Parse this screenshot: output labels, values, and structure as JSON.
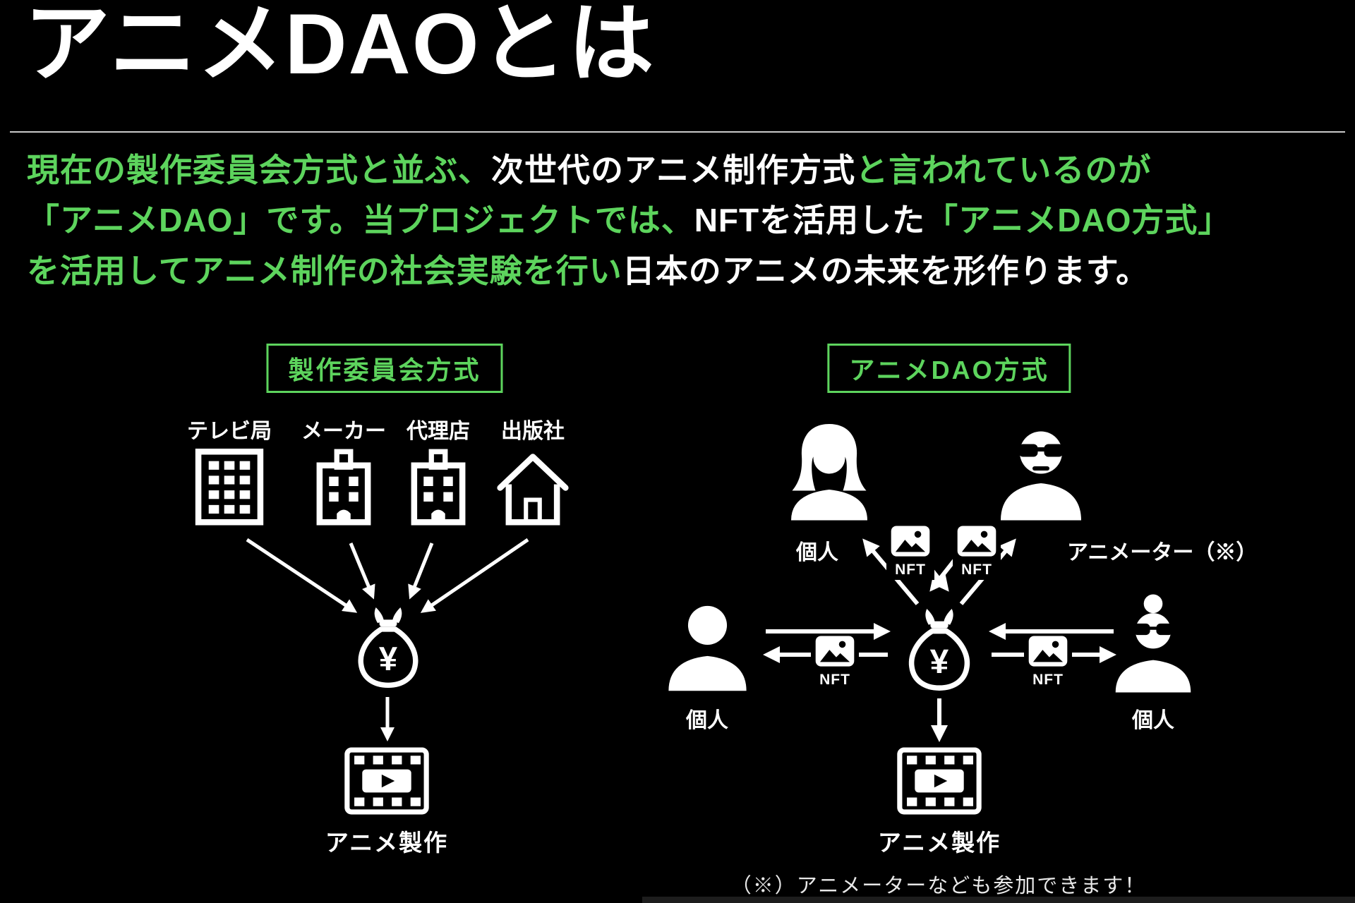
{
  "slide": {
    "title": "アニメDAOとは",
    "intro_segments": [
      {
        "text": "現在の製作委員会方式と並ぶ、",
        "color": "green"
      },
      {
        "text": "次世代のアニメ制作方式",
        "color": "white"
      },
      {
        "text": "と言われているのが",
        "color": "green"
      },
      {
        "text": "「アニメDAO」です。当プロジェクトでは、",
        "color": "green"
      },
      {
        "text": "NFTを活用した",
        "color": "white"
      },
      {
        "text": "「アニメDAO方式」",
        "color": "green"
      },
      {
        "text": "を活用してアニメ制作の社会実験を行い",
        "color": "green"
      },
      {
        "text": "日本のアニメの未来を形作ります。",
        "color": "white"
      }
    ]
  },
  "committee": {
    "header": "製作委員会方式",
    "entities": [
      "テレビ局",
      "メーカー",
      "代理店",
      "出版社"
    ],
    "money_symbol": "¥",
    "output_label": "アニメ製作"
  },
  "dao": {
    "header": "アニメDAO方式",
    "participant_top_left": "個人",
    "participant_top_right": "アニメーター（※）",
    "participant_left": "個人",
    "participant_right": "個人",
    "nft_label": "NFT",
    "money_symbol": "¥",
    "output_label": "アニメ製作",
    "footnote": "（※）アニメーターなども参加できます！"
  },
  "colors": {
    "background": "#000000",
    "text": "#ffffff",
    "accent_green": "#5dd45d"
  }
}
